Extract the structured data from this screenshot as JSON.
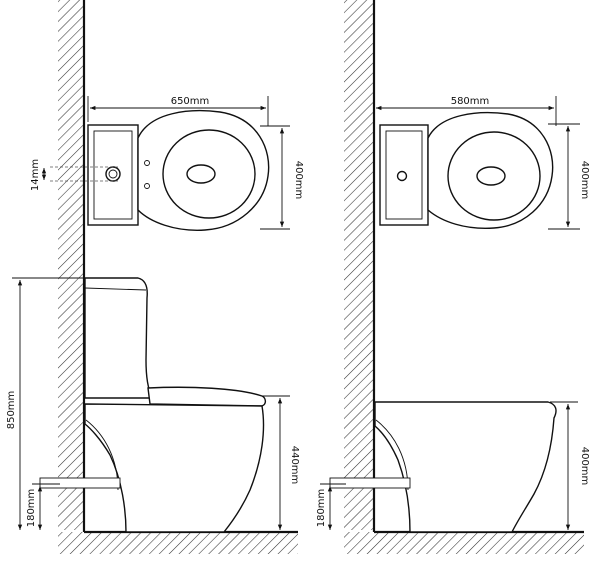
{
  "diagram": {
    "left_view": {
      "width_label": "650mm",
      "depth_label": "400mm",
      "outlet_label": "14mm",
      "total_height_label": "850mm",
      "seat_height_label": "440mm",
      "pipe_height_label": "180mm"
    },
    "right_view": {
      "width_label": "580mm",
      "depth_label": "400mm",
      "seat_height_label": "400mm",
      "pipe_height_label": "180mm"
    }
  }
}
